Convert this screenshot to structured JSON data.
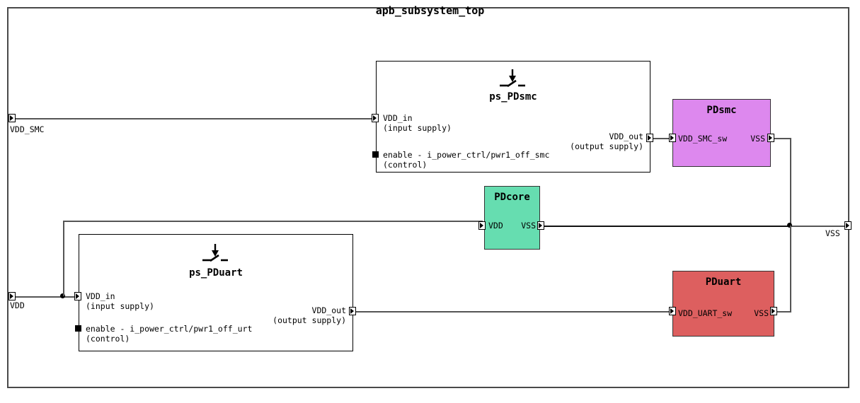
{
  "diagram": {
    "title": "apb_subsystem_top",
    "type": "power-domain-block-diagram"
  },
  "boundary_ports": [
    {
      "name": "VDD_SMC",
      "label": "VDD_SMC",
      "side": "left",
      "direction": "in"
    },
    {
      "name": "VDD",
      "label": "VDD",
      "side": "left",
      "direction": "in"
    },
    {
      "name": "VSS",
      "label": "VSS",
      "side": "right",
      "direction": "out"
    }
  ],
  "switches": [
    {
      "id": "ps_PDsmc",
      "name": "ps_PDsmc",
      "icon": "power-switch-icon",
      "ports": {
        "in_name": "VDD_in",
        "in_desc": "(input supply)",
        "enable_name": "enable - i_power_ctrl/pwr1_off_smc",
        "enable_desc": "(control)",
        "out_name": "VDD_out",
        "out_desc": "(output supply)"
      }
    },
    {
      "id": "ps_PDuart",
      "name": "ps_PDuart",
      "icon": "power-switch-icon",
      "ports": {
        "in_name": "VDD_in",
        "in_desc": "(input supply)",
        "enable_name": "enable - i_power_ctrl/pwr1_off_urt",
        "enable_desc": "(control)",
        "out_name": "VDD_out",
        "out_desc": "(output supply)"
      }
    }
  ],
  "power_domains": [
    {
      "id": "PDsmc",
      "name": "PDsmc",
      "color": "#dd88ee",
      "border": "#333333",
      "supply_pin": "VDD_SMC_sw",
      "ground_pin": "VSS"
    },
    {
      "id": "PDcore",
      "name": "PDcore",
      "color": "#66ddb0",
      "border": "#333333",
      "supply_pin": "VDD",
      "ground_pin": "VSS"
    },
    {
      "id": "PDuart",
      "name": "PDuart",
      "color": "#dd5f5f",
      "border": "#333333",
      "supply_pin": "VDD_UART_sw",
      "ground_pin": "VSS"
    }
  ],
  "colors": {
    "frame": "#4a4a4a",
    "wire": "#555555",
    "wire_bold": "#111111",
    "background": "#ffffff"
  }
}
